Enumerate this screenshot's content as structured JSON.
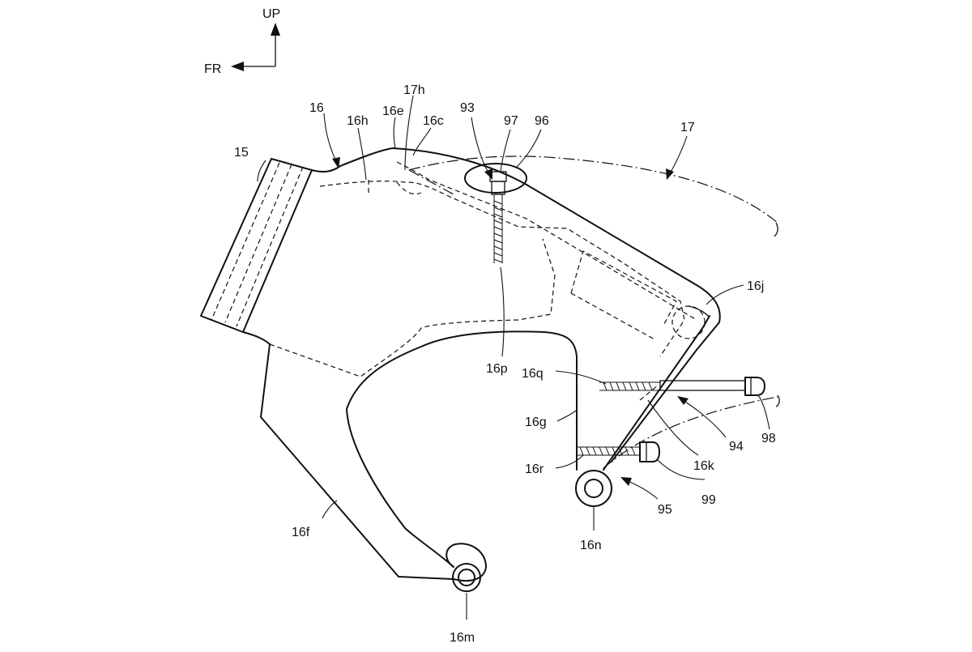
{
  "directions": {
    "up": "UP",
    "front": "FR"
  },
  "labels": {
    "l15": "15",
    "l16": "16",
    "l16h": "16h",
    "l16e": "16e",
    "l17h": "17h",
    "l16c": "16c",
    "l93": "93",
    "l97": "97",
    "l96": "96",
    "l17": "17",
    "l16j": "16j",
    "l16p": "16p",
    "l16q": "16q",
    "l98": "98",
    "l16g": "16g",
    "l94": "94",
    "l16k": "16k",
    "l16r": "16r",
    "l99": "99",
    "l95": "95",
    "l16n": "16n",
    "l16f": "16f",
    "l16m": "16m"
  }
}
